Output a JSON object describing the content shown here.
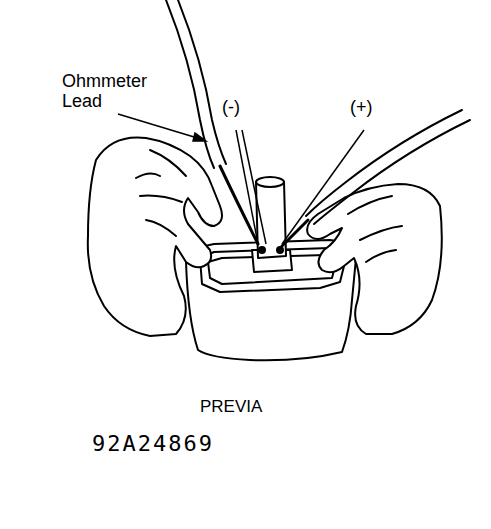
{
  "diagram": {
    "caption": "PREVIA",
    "labels": [
      "Ohmmeter Lead",
      "(-)",
      "(+)",
      "92A24869"
    ]
  }
}
